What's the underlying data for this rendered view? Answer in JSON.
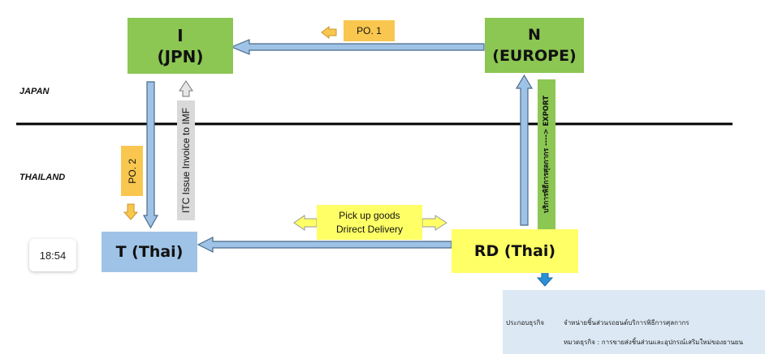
{
  "nodes": {
    "i_jpn": {
      "line1": "I",
      "line2": "(JPN)"
    },
    "n_europe": {
      "line1": "N",
      "line2": "(EUROPE)"
    },
    "t_thai": {
      "label": "T (Thai)"
    },
    "rd_thai": {
      "label": "RD (Thai)"
    }
  },
  "regions": {
    "japan": "JAPAN",
    "thailand": "THAILAND"
  },
  "labels": {
    "po1": "PO. 1",
    "po2": "PO. 2",
    "itc": "ITC Issue Invoice to IMF",
    "export": "บริการพิธีการศุลกากร ----> EXPORT",
    "pickup_line1": "Pick up goods",
    "pickup_line2": "Drirect Delivery"
  },
  "time": "18:54",
  "info": {
    "business_label": "ประกอบธุรกิจ",
    "business_value": "จำหน่ายชิ้นส่วนรถยนต์บริการพิธีการศุลกากร",
    "category_label": "หมวดธุรกิจ : การขายส่งชิ้นส่วนและอุปกรณ์เสริมใหม่ของยานยน"
  },
  "colors": {
    "green": "#8cc653",
    "blue": "#9fc3e6",
    "yellow": "#ffff66",
    "note": "#f9c74f",
    "arrow_fill": "#9fc3e6",
    "arrow_stroke": "#4a6a8a",
    "accent_arrow": "#2a8fd6"
  }
}
